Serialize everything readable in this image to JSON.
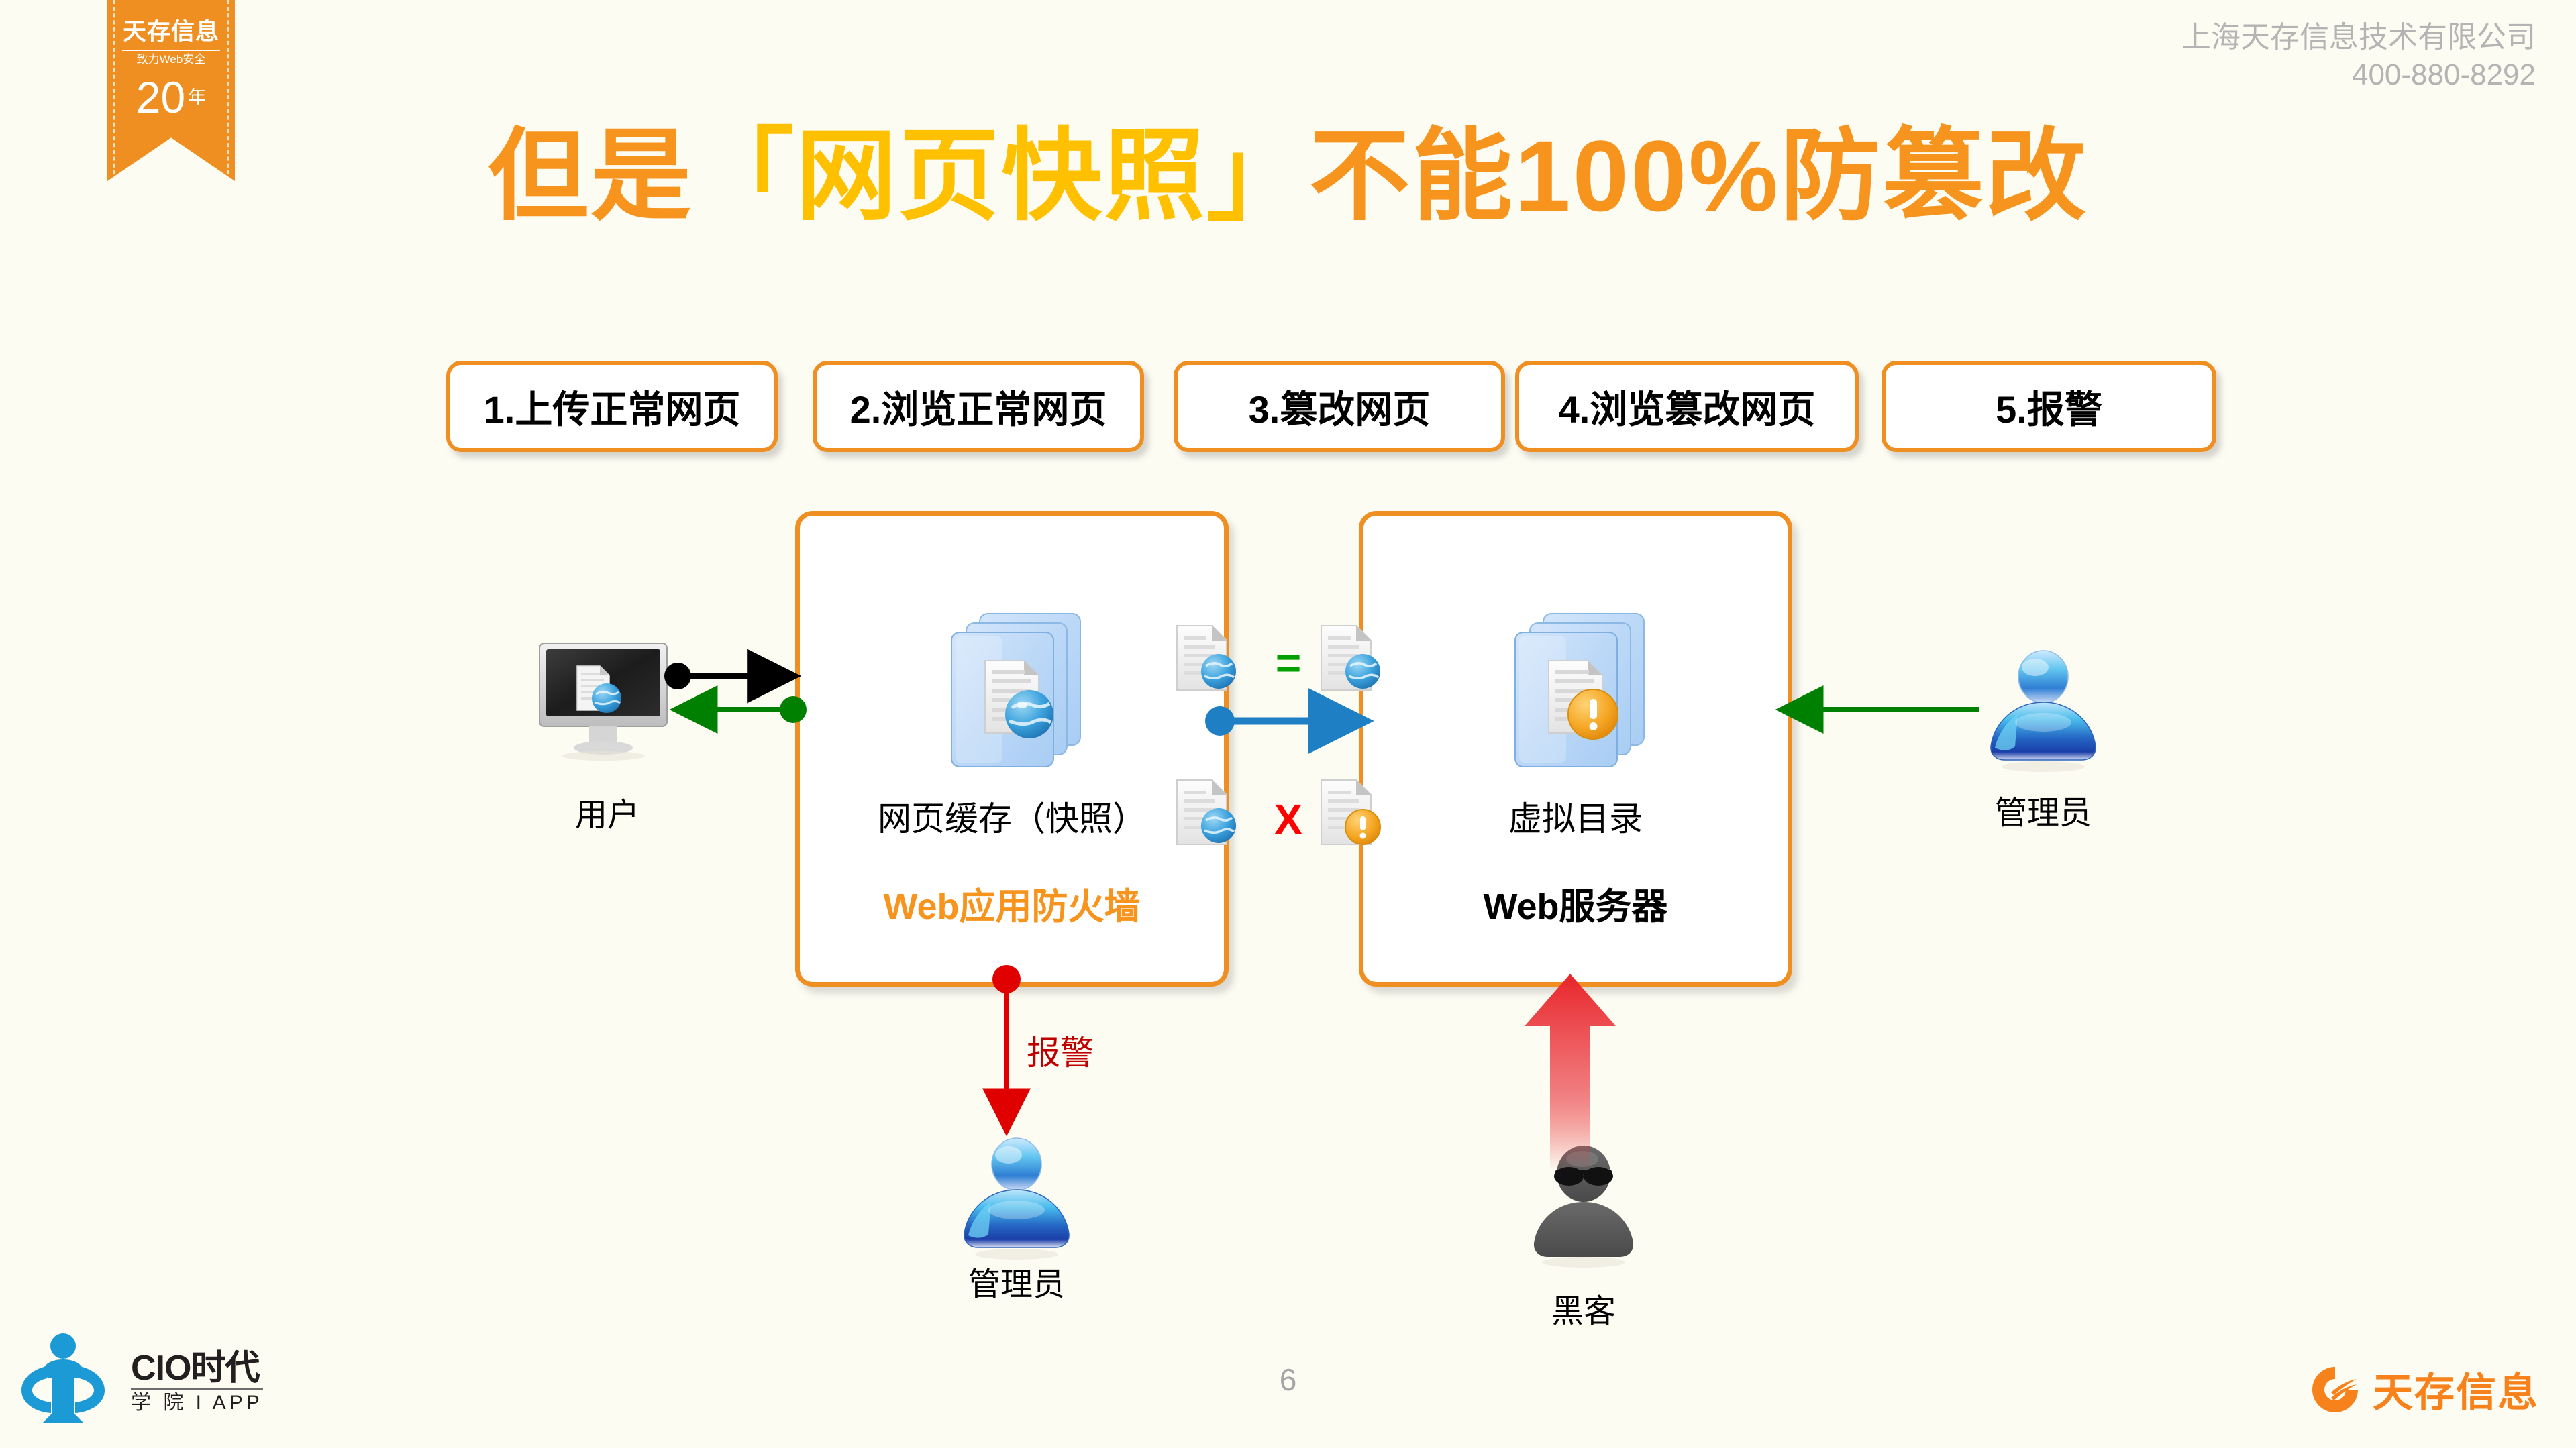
{
  "brand": {
    "ribbon_name": "天存信息",
    "ribbon_sub": "致力Web安全",
    "ribbon_years_num": "20",
    "ribbon_years_unit": "年",
    "accent_orange": "#EF8F22",
    "accent_yellow": "#FFC000"
  },
  "header": {
    "company": "上海天存信息技术有限公司",
    "phone": "400-880-8292"
  },
  "title": {
    "part1": "但是",
    "part2": "「网页快照」",
    "part3": "不能100%防篡改"
  },
  "steps": [
    {
      "label": "1.上传正常网页"
    },
    {
      "label": "2.浏览正常网页"
    },
    {
      "label": "3.篡改网页"
    },
    {
      "label": "4.浏览篡改网页"
    },
    {
      "label": "5.报警"
    }
  ],
  "diagram": {
    "user_label": "用户",
    "waf_caption": "网页缓存（快照）",
    "waf_title": "Web应用防火墙",
    "server_caption": "虚拟目录",
    "server_title": "Web服务器",
    "admin_right_label": "管理员",
    "admin_bottom_label": "管理员",
    "hacker_label": "黑客",
    "alert_label": "报警",
    "compare_equal": "=",
    "compare_notequal": "X",
    "colors": {
      "request_arrow": "#000000",
      "response_arrow": "#008000",
      "compare_arrow": "#1F7FC4",
      "equal_sign": "#00A000",
      "notequal_sign": "#FF0000",
      "alert_arrow": "#E00000",
      "attack_arrow": "#E8252A"
    }
  },
  "footer": {
    "page_number": "6",
    "cio_line1": "CIO时代",
    "cio_line2": "学 院 I APP",
    "tiancun_logo_text": "天存信息"
  }
}
